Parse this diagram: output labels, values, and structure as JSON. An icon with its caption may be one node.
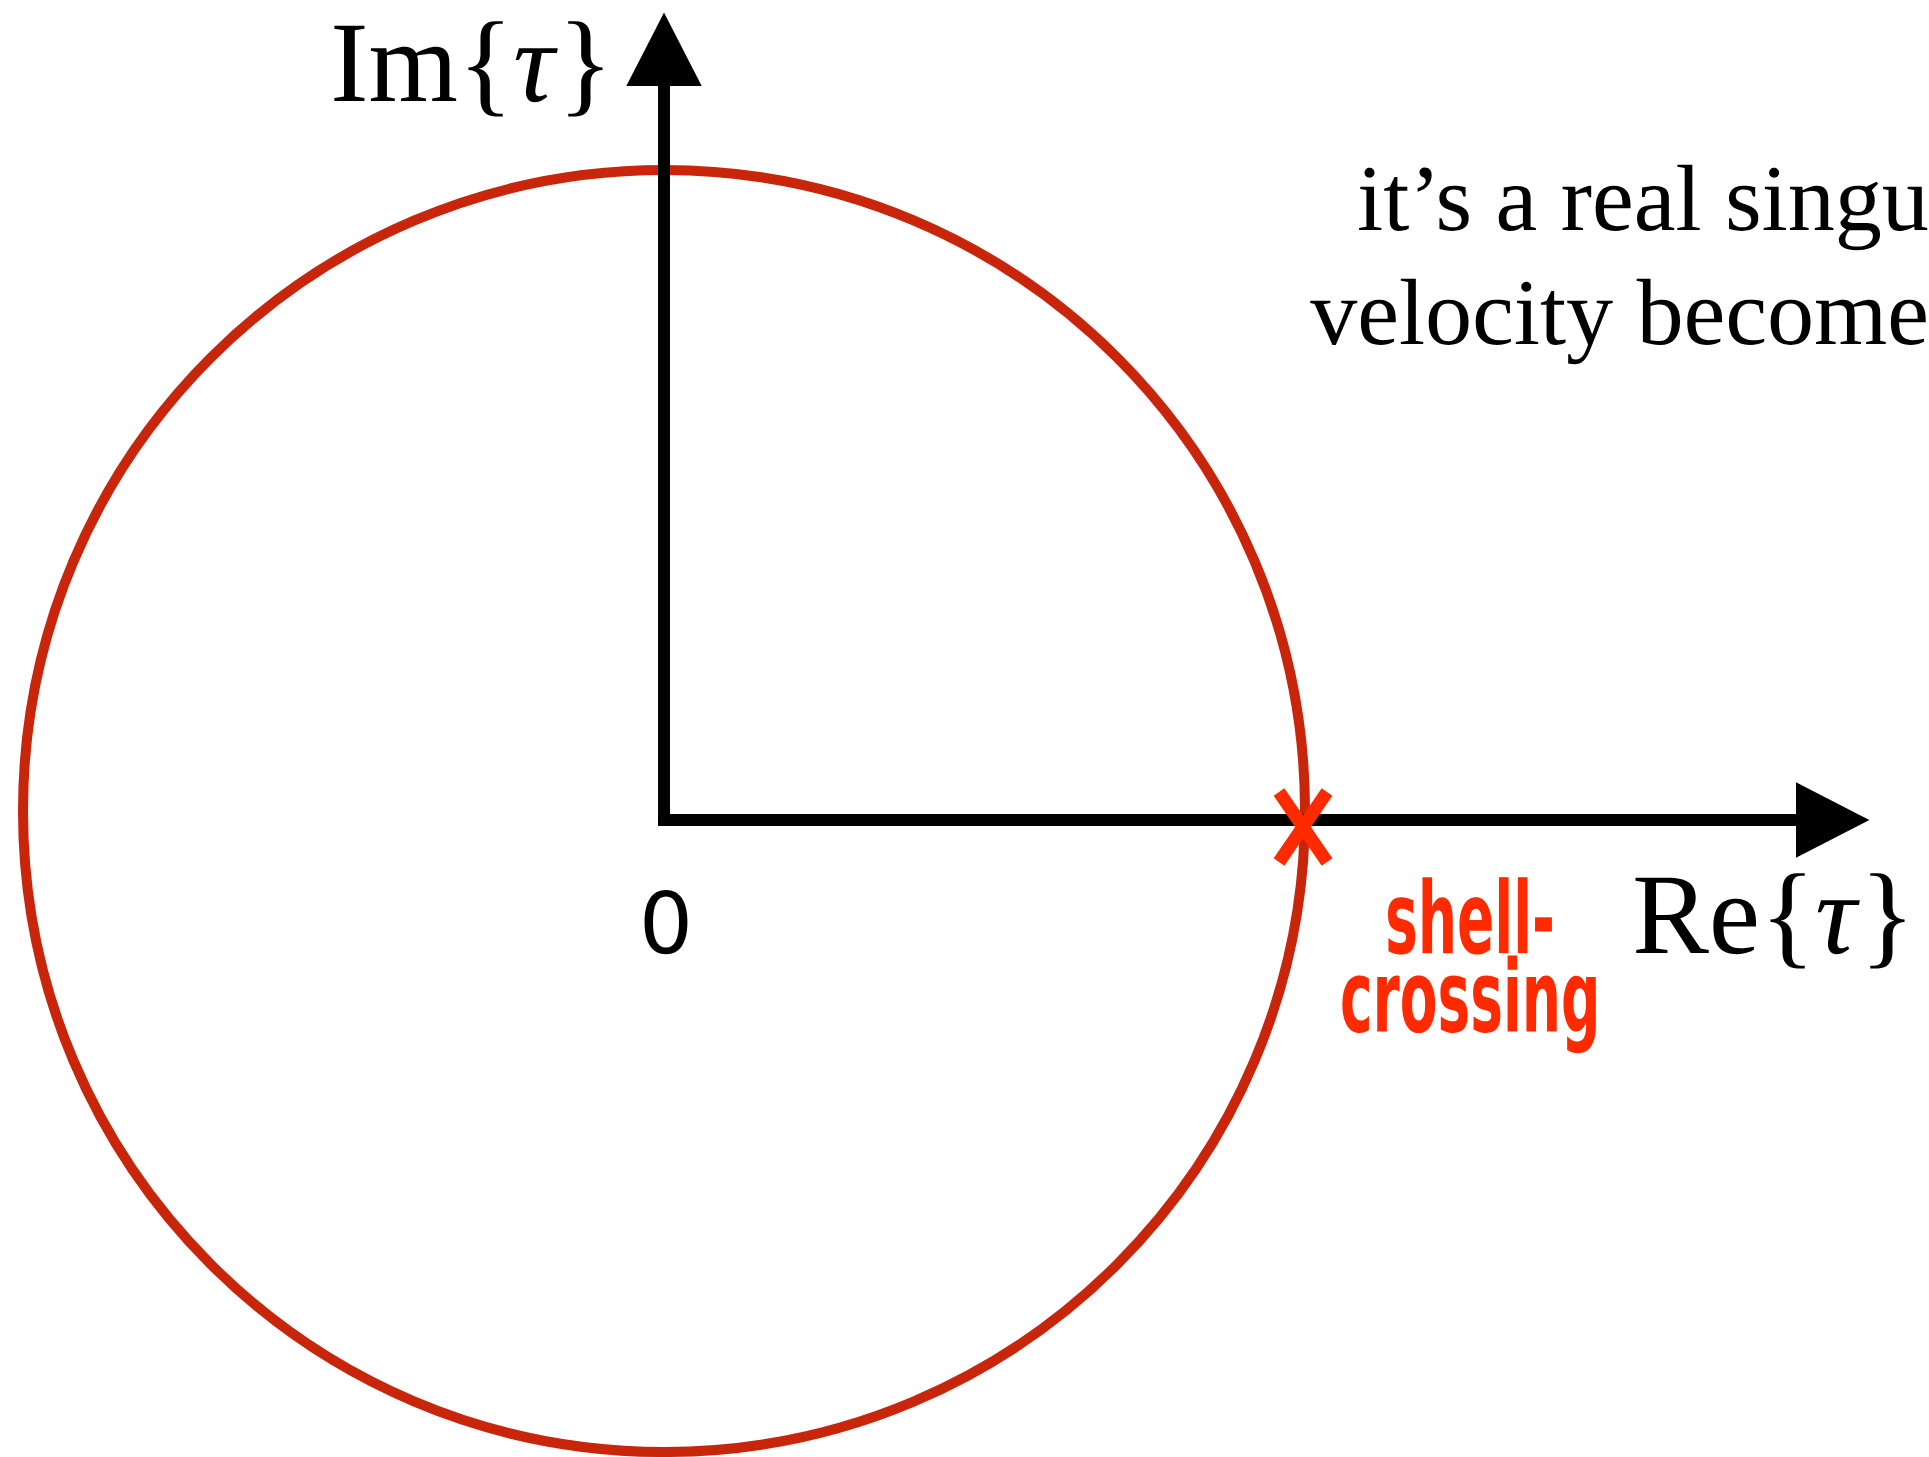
{
  "diagram": {
    "labels": [
      "Im{*τ*}",
      "it’s a real singu",
      "velocity become",
      "0",
      "shell-crossing",
      "Re{*τ*}"
    ]
  }
}
